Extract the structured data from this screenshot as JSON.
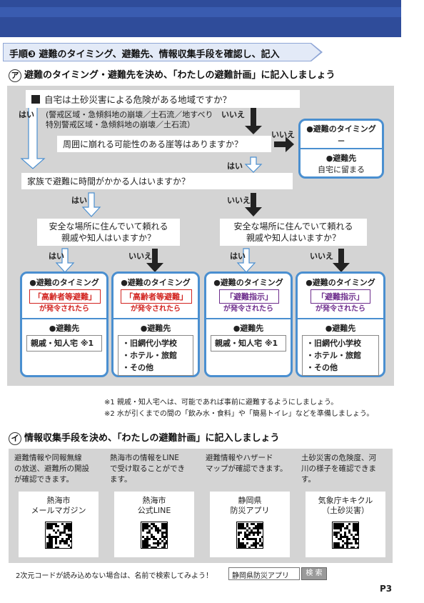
{
  "step_banner": "手順❸ 避難のタイミング、避難先、情報収集手段を確認し、記入",
  "section_a": {
    "marker": "ア",
    "title": "避難のタイミング・避難先を決め、「わたしの避難計画」に記入しましょう"
  },
  "flow": {
    "q1": "自宅は土砂災害による危険がある地域ですか？",
    "q1_note_line1": "(警戒区域・急傾斜地の崩壊／土石流／地すべり",
    "q1_note_line2": "特別警戒区域・急傾斜地の崩壊／土石流）",
    "q2": "周囲に崩れる可能性のある崖等はありますか？",
    "q3": "家族で避難に時間がかかる人はいますか？",
    "q4": "安全な場所に住んでいて頼れる",
    "q4b": "親戚や知人はいますか？",
    "yes": "はい",
    "no": "いいえ",
    "stay_card": {
      "timing_label": "●避難のタイミング",
      "timing_value": "－",
      "dest_label": "●避難先",
      "dest_value": "自宅に留まる"
    },
    "cards": [
      {
        "timing_label": "●避難のタイミング",
        "alert": "「高齢者等避難」",
        "issued": "が発令されたら",
        "dest_label": "●避難先",
        "dest_lines": [
          "親戚・知人宅 ※1"
        ]
      },
      {
        "timing_label": "●避難のタイミング",
        "alert": "「高齢者等避難」",
        "issued": "が発令されたら",
        "dest_label": "●避難先",
        "dest_lines": [
          "・旧網代小学校",
          "・ホテル・旅館",
          "・その他"
        ]
      },
      {
        "timing_label": "●避難のタイミング",
        "alert": "「避難指示」",
        "issued": "が発令されたら",
        "dest_label": "●避難先",
        "dest_lines": [
          "親戚・知人宅 ※1"
        ]
      },
      {
        "timing_label": "●避難のタイミング",
        "alert": "「避難指示」",
        "issued": "が発令されたら",
        "dest_label": "●避難先",
        "dest_lines": [
          "・旧網代小学校",
          "・ホテル・旅館",
          "・その他"
        ]
      }
    ]
  },
  "footnotes": [
    "※1 親戚・知人宅へは、可能であれば事前に避難するようにしましょう。",
    "※2 水が引くまでの間の「飲み水・食料」や「簡易トイレ」などを準備しましょう。"
  ],
  "section_i": {
    "marker": "イ",
    "title": "情報収集手段を決め、「わたしの避難計画」に記入しましょう"
  },
  "info": [
    {
      "desc": [
        "避難情報や同報無線",
        "の放送、避難所の開設",
        "が確認できます。"
      ],
      "name": [
        "熱海市",
        "メールマガジン"
      ]
    },
    {
      "desc": [
        "熱海市の情報をLINE",
        "で受け取ることができ",
        "ます。"
      ],
      "name": [
        "熱海市",
        "公式LINE"
      ]
    },
    {
      "desc": [
        "避難情報やハザード",
        "マップが確認できます。"
      ],
      "name": [
        "静岡県",
        "防災アプリ"
      ]
    },
    {
      "desc": [
        "土砂災害の危険度、河",
        "川の様子を確認できま",
        "す。"
      ],
      "name": [
        "気象庁キキクル",
        "（土砂災害）"
      ]
    }
  ],
  "search_hint": "2次元コードが読み込めない場合は、名前で検索してみよう！",
  "search_value": "静岡県防災アプリ",
  "search_button": "検 索",
  "page_number": "P3",
  "colors": {
    "header_blue": "#2f4c9a",
    "card_border": "#4a8fd0",
    "alert_red": "#d2231f",
    "alert_purple": "#6d2c8c"
  }
}
